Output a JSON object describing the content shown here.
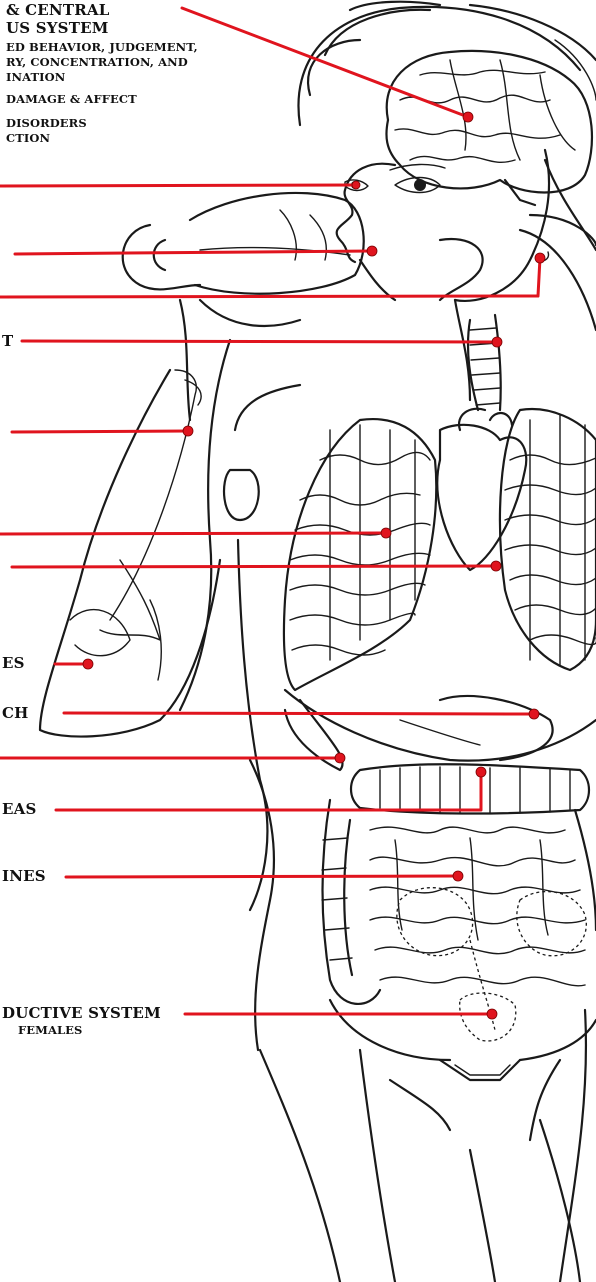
{
  "colors": {
    "leader_line": "#e0141e",
    "ink": "#1a1a1a",
    "background": "#ffffff"
  },
  "labels": {
    "brain": {
      "title_1": "& CENTRAL",
      "title_2": "US SYSTEM",
      "desc_1": "ED BEHAVIOR, JUDGEMENT,",
      "desc_2": "RY, CONCENTRATION, AND",
      "desc_3": "INATION",
      "desc_4": "DAMAGE & AFFECT",
      "desc_5": "DISORDERS",
      "desc_6": "CTION"
    },
    "throat": "T",
    "glands": "ES",
    "stomach": "CH",
    "pancreas": "EAS",
    "intestines": "INES",
    "reproductive": {
      "title": "DUCTIVE SYSTEM",
      "sub": "FEMALES"
    }
  }
}
